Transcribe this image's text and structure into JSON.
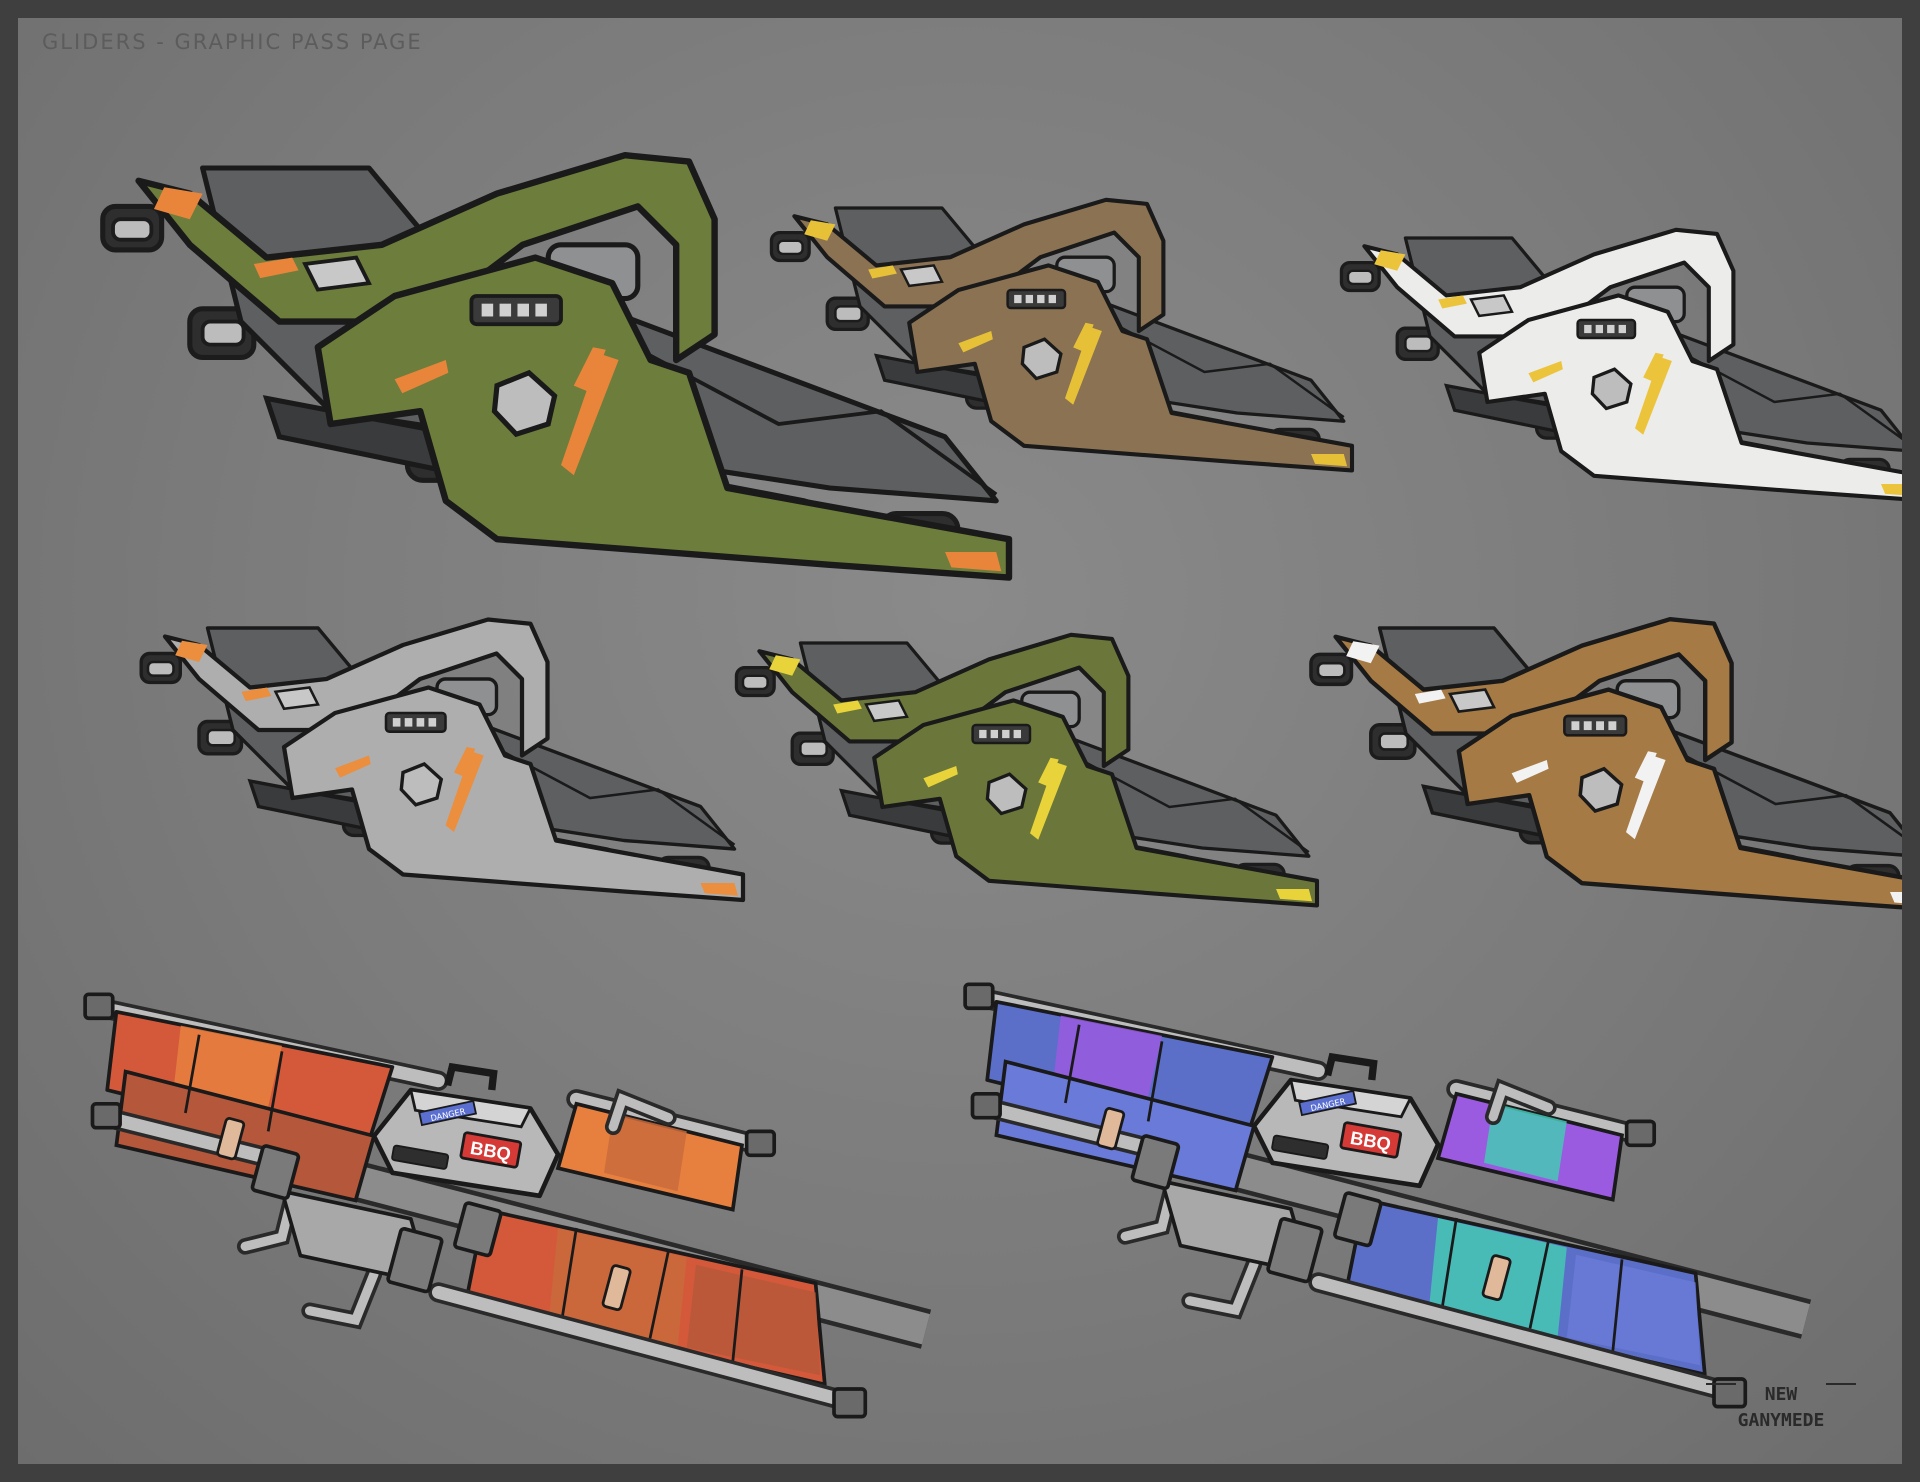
{
  "page": {
    "title": "GLIDERS - GRAPHIC PASS PAGE"
  },
  "logo": {
    "line1": "NEW",
    "line2": "GANYMEDE"
  },
  "gliders": [
    {
      "variant": "wing",
      "hull_color": "#6d7d3c",
      "accent_color": "#e8853a"
    },
    {
      "variant": "wing",
      "hull_color": "#8a7253",
      "accent_color": "#e6c138"
    },
    {
      "variant": "wing",
      "hull_color": "#ececea",
      "accent_color": "#ebc43c"
    },
    {
      "variant": "wing",
      "hull_color": "#aeaeae",
      "accent_color": "#eb8e3e"
    },
    {
      "variant": "wing",
      "hull_color": "#6b773a",
      "accent_color": "#e8d33a"
    },
    {
      "variant": "wing",
      "hull_color": "#a57a45",
      "accent_color": "#f2f2f2"
    }
  ],
  "stretchers": [
    {
      "variant": "stretcher",
      "fabric_colors": [
        "#d4593a",
        "#e7803f",
        "#c86b3c",
        "#b4573a"
      ],
      "box_label": "BBQ",
      "tag_label": "DANGER"
    },
    {
      "variant": "stretcher",
      "fabric_colors": [
        "#5b6fc9",
        "#9a5be0",
        "#45c9b4",
        "#6a7ad8"
      ],
      "box_label": "BBQ",
      "tag_label": "DANGER"
    }
  ]
}
